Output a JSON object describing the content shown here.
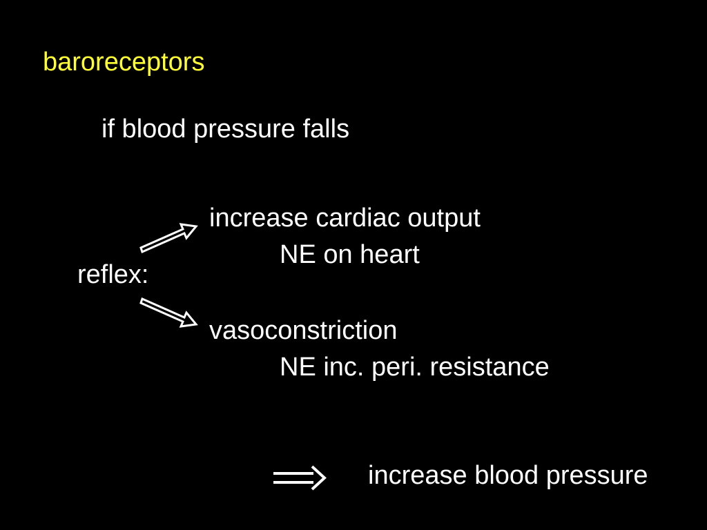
{
  "slide": {
    "title": "baroreceptors",
    "condition": "if blood pressure falls",
    "reflex_label": "reflex:",
    "effects": [
      {
        "label": "increase cardiac output",
        "detail": "NE on heart"
      },
      {
        "label": "vasoconstriction",
        "detail": "NE inc. peri. resistance"
      }
    ],
    "result": "increase blood pressure"
  },
  "colors": {
    "background": "#000000",
    "title": "#ffff33",
    "text": "#ffffff"
  },
  "icons": {
    "upper_arrow": "hollow-arrow-up-right-icon",
    "lower_arrow": "hollow-arrow-down-right-icon",
    "result_arrow": "double-arrow-right-icon"
  }
}
